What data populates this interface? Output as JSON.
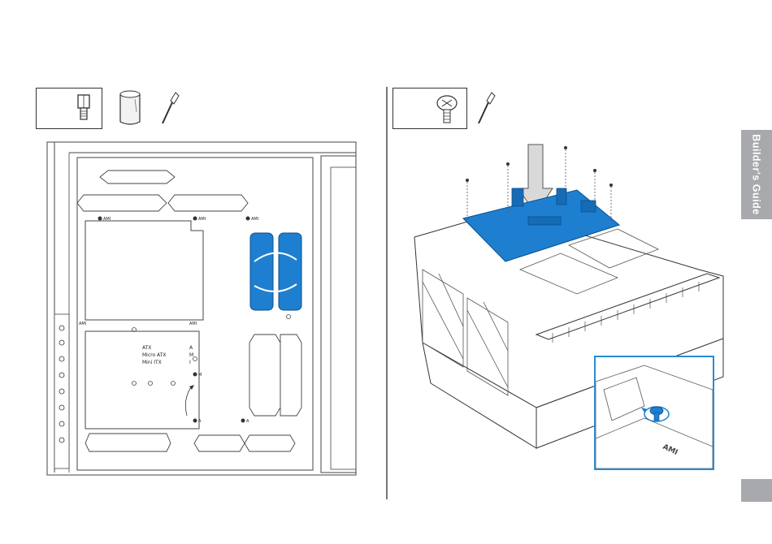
{
  "side_tab": {
    "label": "Builder's Guide"
  },
  "left_panel": {
    "standoff_labels": [
      "AMI",
      "AMI",
      "AMI",
      "AMI",
      "AMI"
    ],
    "form_factor_rows": [
      {
        "name": "ATX",
        "code": "A"
      },
      {
        "name": "Micro ATX",
        "code": "M"
      },
      {
        "name": "Mini ITX",
        "code": "I"
      }
    ],
    "marker_codes": [
      "M",
      "A",
      "A"
    ]
  },
  "right_panel": {
    "zoom_label": "AMI"
  },
  "colors": {
    "highlight": "#1e7fd0",
    "inset_border": "#2a8ad3",
    "tab_gray": "#a7a9ac"
  },
  "icons": [
    "standoff-icon",
    "standoff-tool-icon",
    "screwdriver-icon",
    "screw-icon",
    "screwdriver-icon"
  ]
}
